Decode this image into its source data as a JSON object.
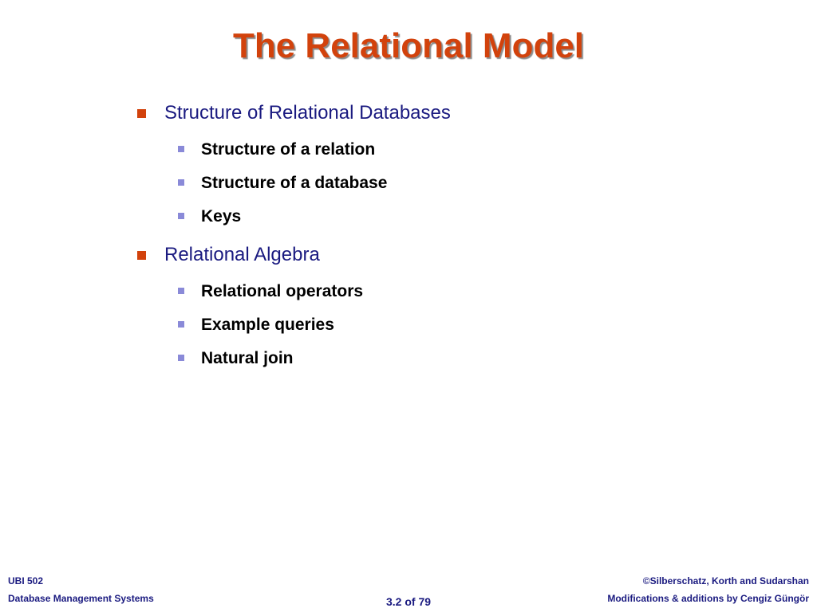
{
  "slide": {
    "title": "The Relational Model",
    "sections": [
      {
        "heading": "Structure of Relational Databases",
        "items": [
          "Structure of a relation",
          "Structure of a database",
          "Keys"
        ]
      },
      {
        "heading": "Relational Algebra",
        "items": [
          "Relational operators",
          "Example queries",
          "Natural join"
        ]
      }
    ]
  },
  "footer": {
    "course_code": "UBI 502",
    "course_name": "Database Management Systems",
    "page": "3.2 of 79",
    "copyright": "©Silberschatz, Korth and Sudarshan",
    "modifications": "Modifications & additions by Cengiz Güngör"
  },
  "colors": {
    "title": "#d2420c",
    "level1_text": "#1a1a80",
    "level1_bullet": "#d2420c",
    "level2_bullet": "#8a8ad8",
    "footer_text": "#1a1a80"
  }
}
